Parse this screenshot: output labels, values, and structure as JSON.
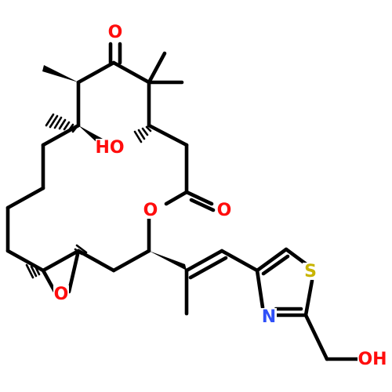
{
  "atoms": {
    "o_ketone": {
      "text": "O",
      "color": "#ff0d0d"
    },
    "o_hydroxyl_ring": {
      "text": "HO",
      "color": "#ff0d0d"
    },
    "o_ester_ring": {
      "text": "O",
      "color": "#ff0d0d"
    },
    "o_ester_carbonyl": {
      "text": "O",
      "color": "#ff0d0d"
    },
    "o_epoxide": {
      "text": "O",
      "color": "#ff0d0d"
    },
    "n_thiazole": {
      "text": "N",
      "color": "#3050f8"
    },
    "s_thiazole": {
      "text": "S",
      "color": "#c8b400"
    },
    "o_hydroxymethyl": {
      "text": "OH",
      "color": "#ff0d0d"
    }
  },
  "colors": {
    "bond": "#000000",
    "background": "#ffffff"
  }
}
